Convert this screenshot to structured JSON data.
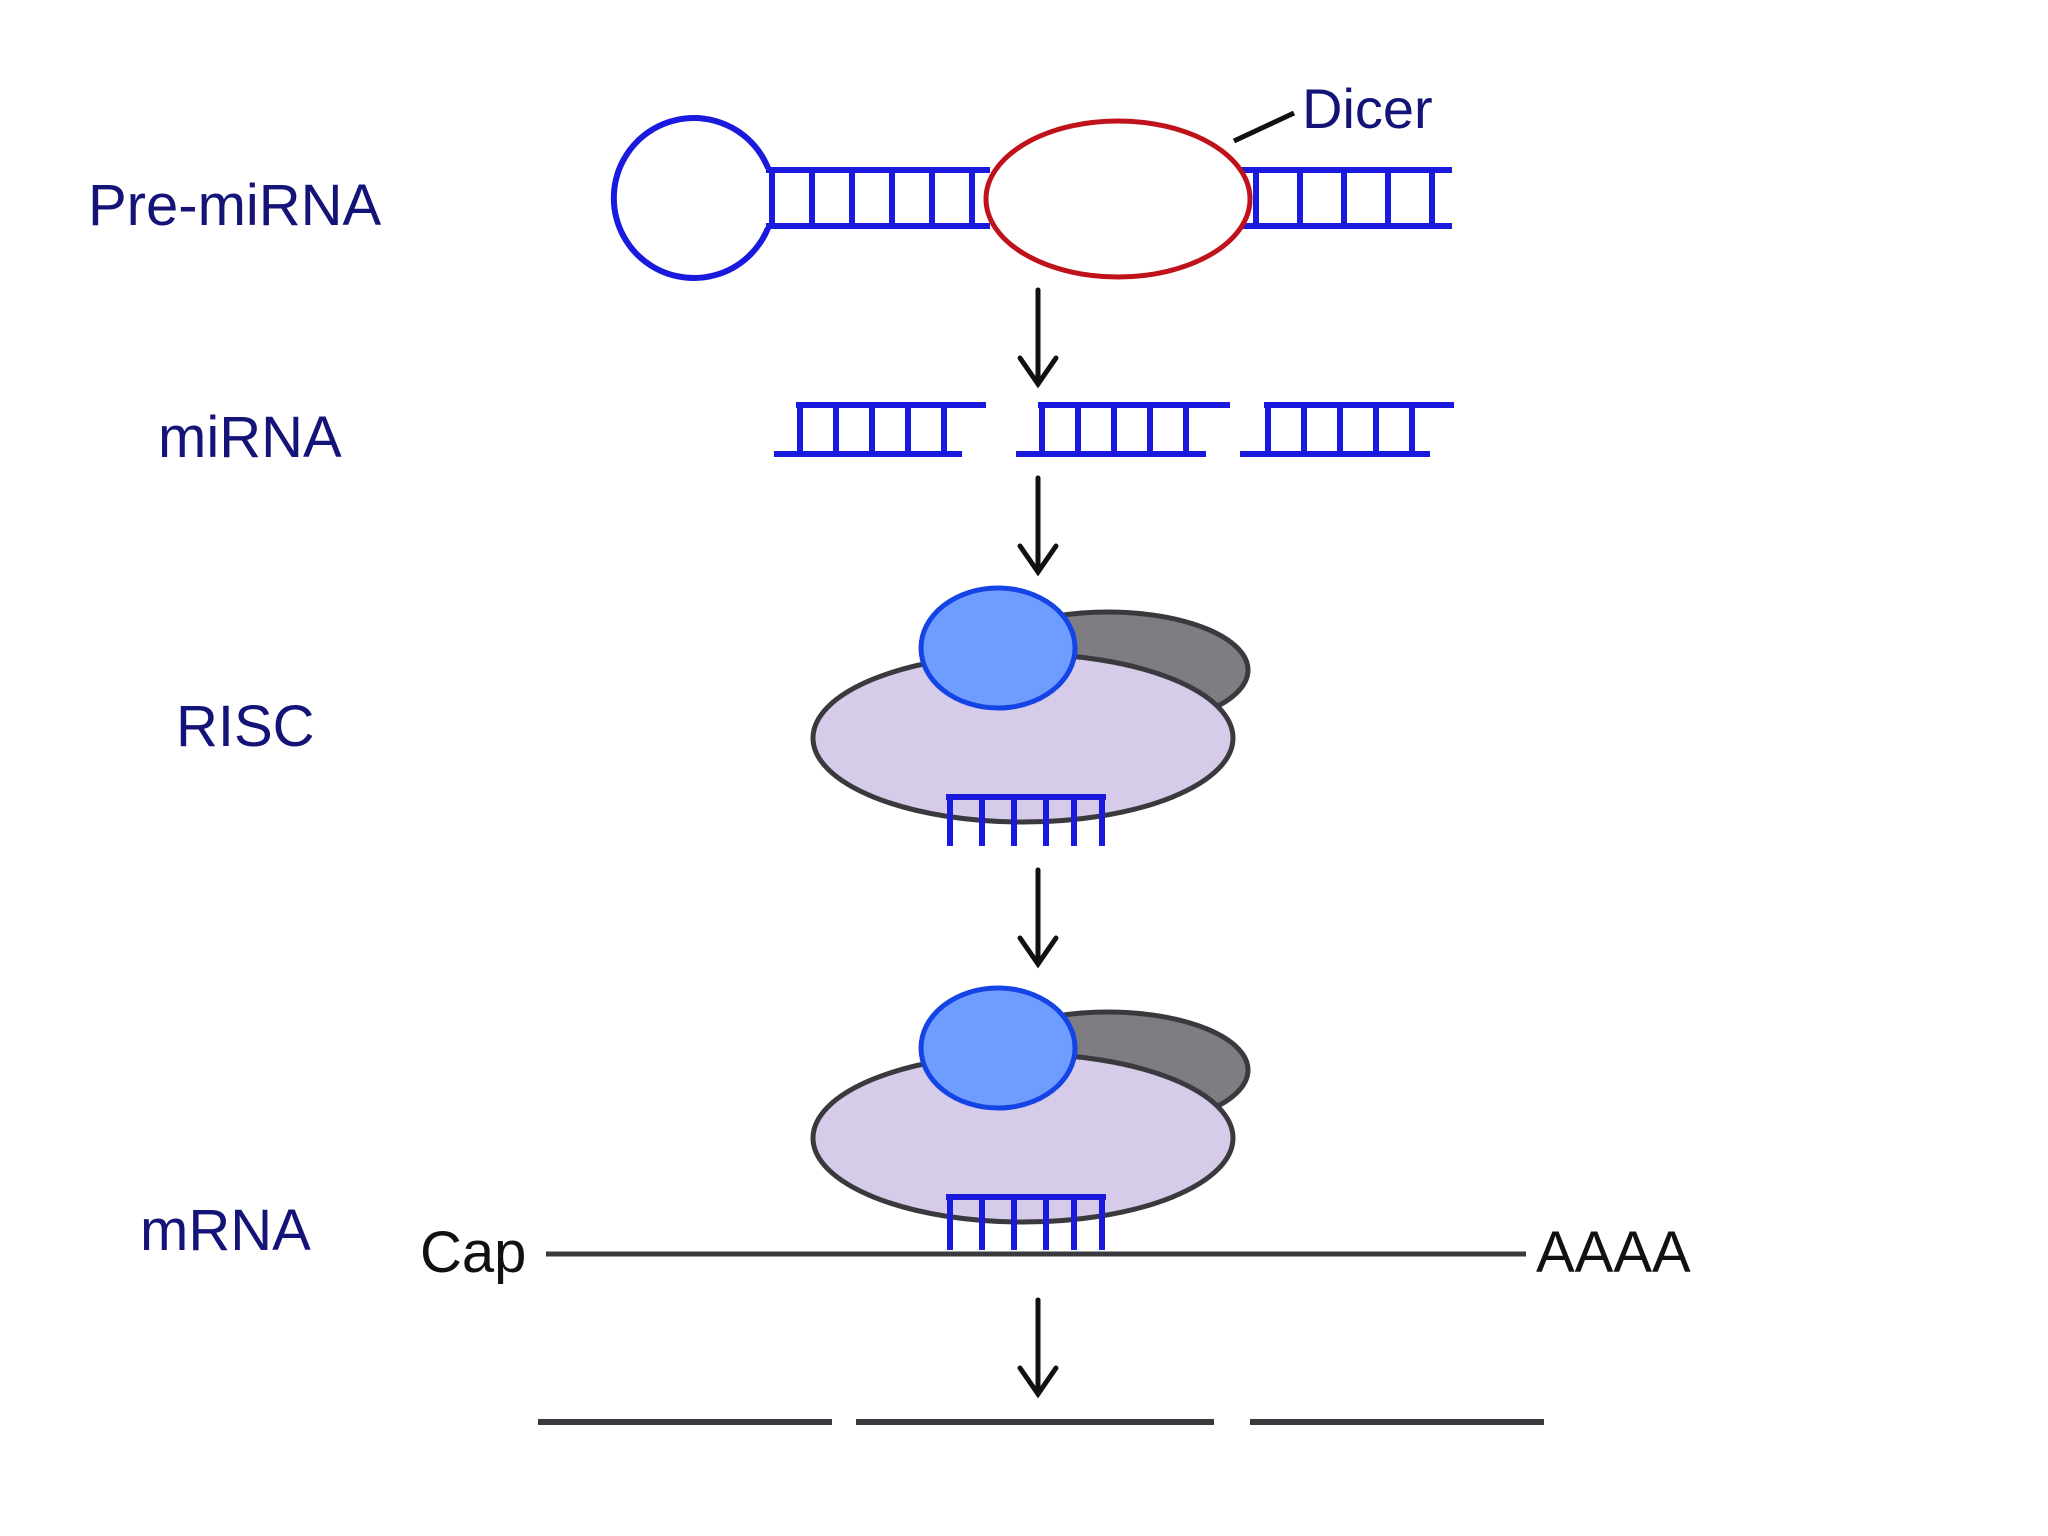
{
  "labels": {
    "pre_mirna": "Pre-miRNA",
    "mirna": "miRNA",
    "risc": "RISC",
    "mrna": "mRNA",
    "dicer": "Dicer",
    "cap": "Cap",
    "poly_a": "AAAA"
  },
  "colors": {
    "label_navy": "#141478",
    "rna_blue": "#1a1adf",
    "dicer_red": "#c0121a",
    "leader_black": "#111111",
    "risc_body": "#d6cbe8",
    "risc_outline": "#3a3a3e",
    "risc_lobe": "#7e7d81",
    "argonaute_blue": "#6f9cff",
    "argonaute_outline": "#1544e6",
    "mrna_gray": "#3a3a3e",
    "arrow_black": "#111111"
  }
}
